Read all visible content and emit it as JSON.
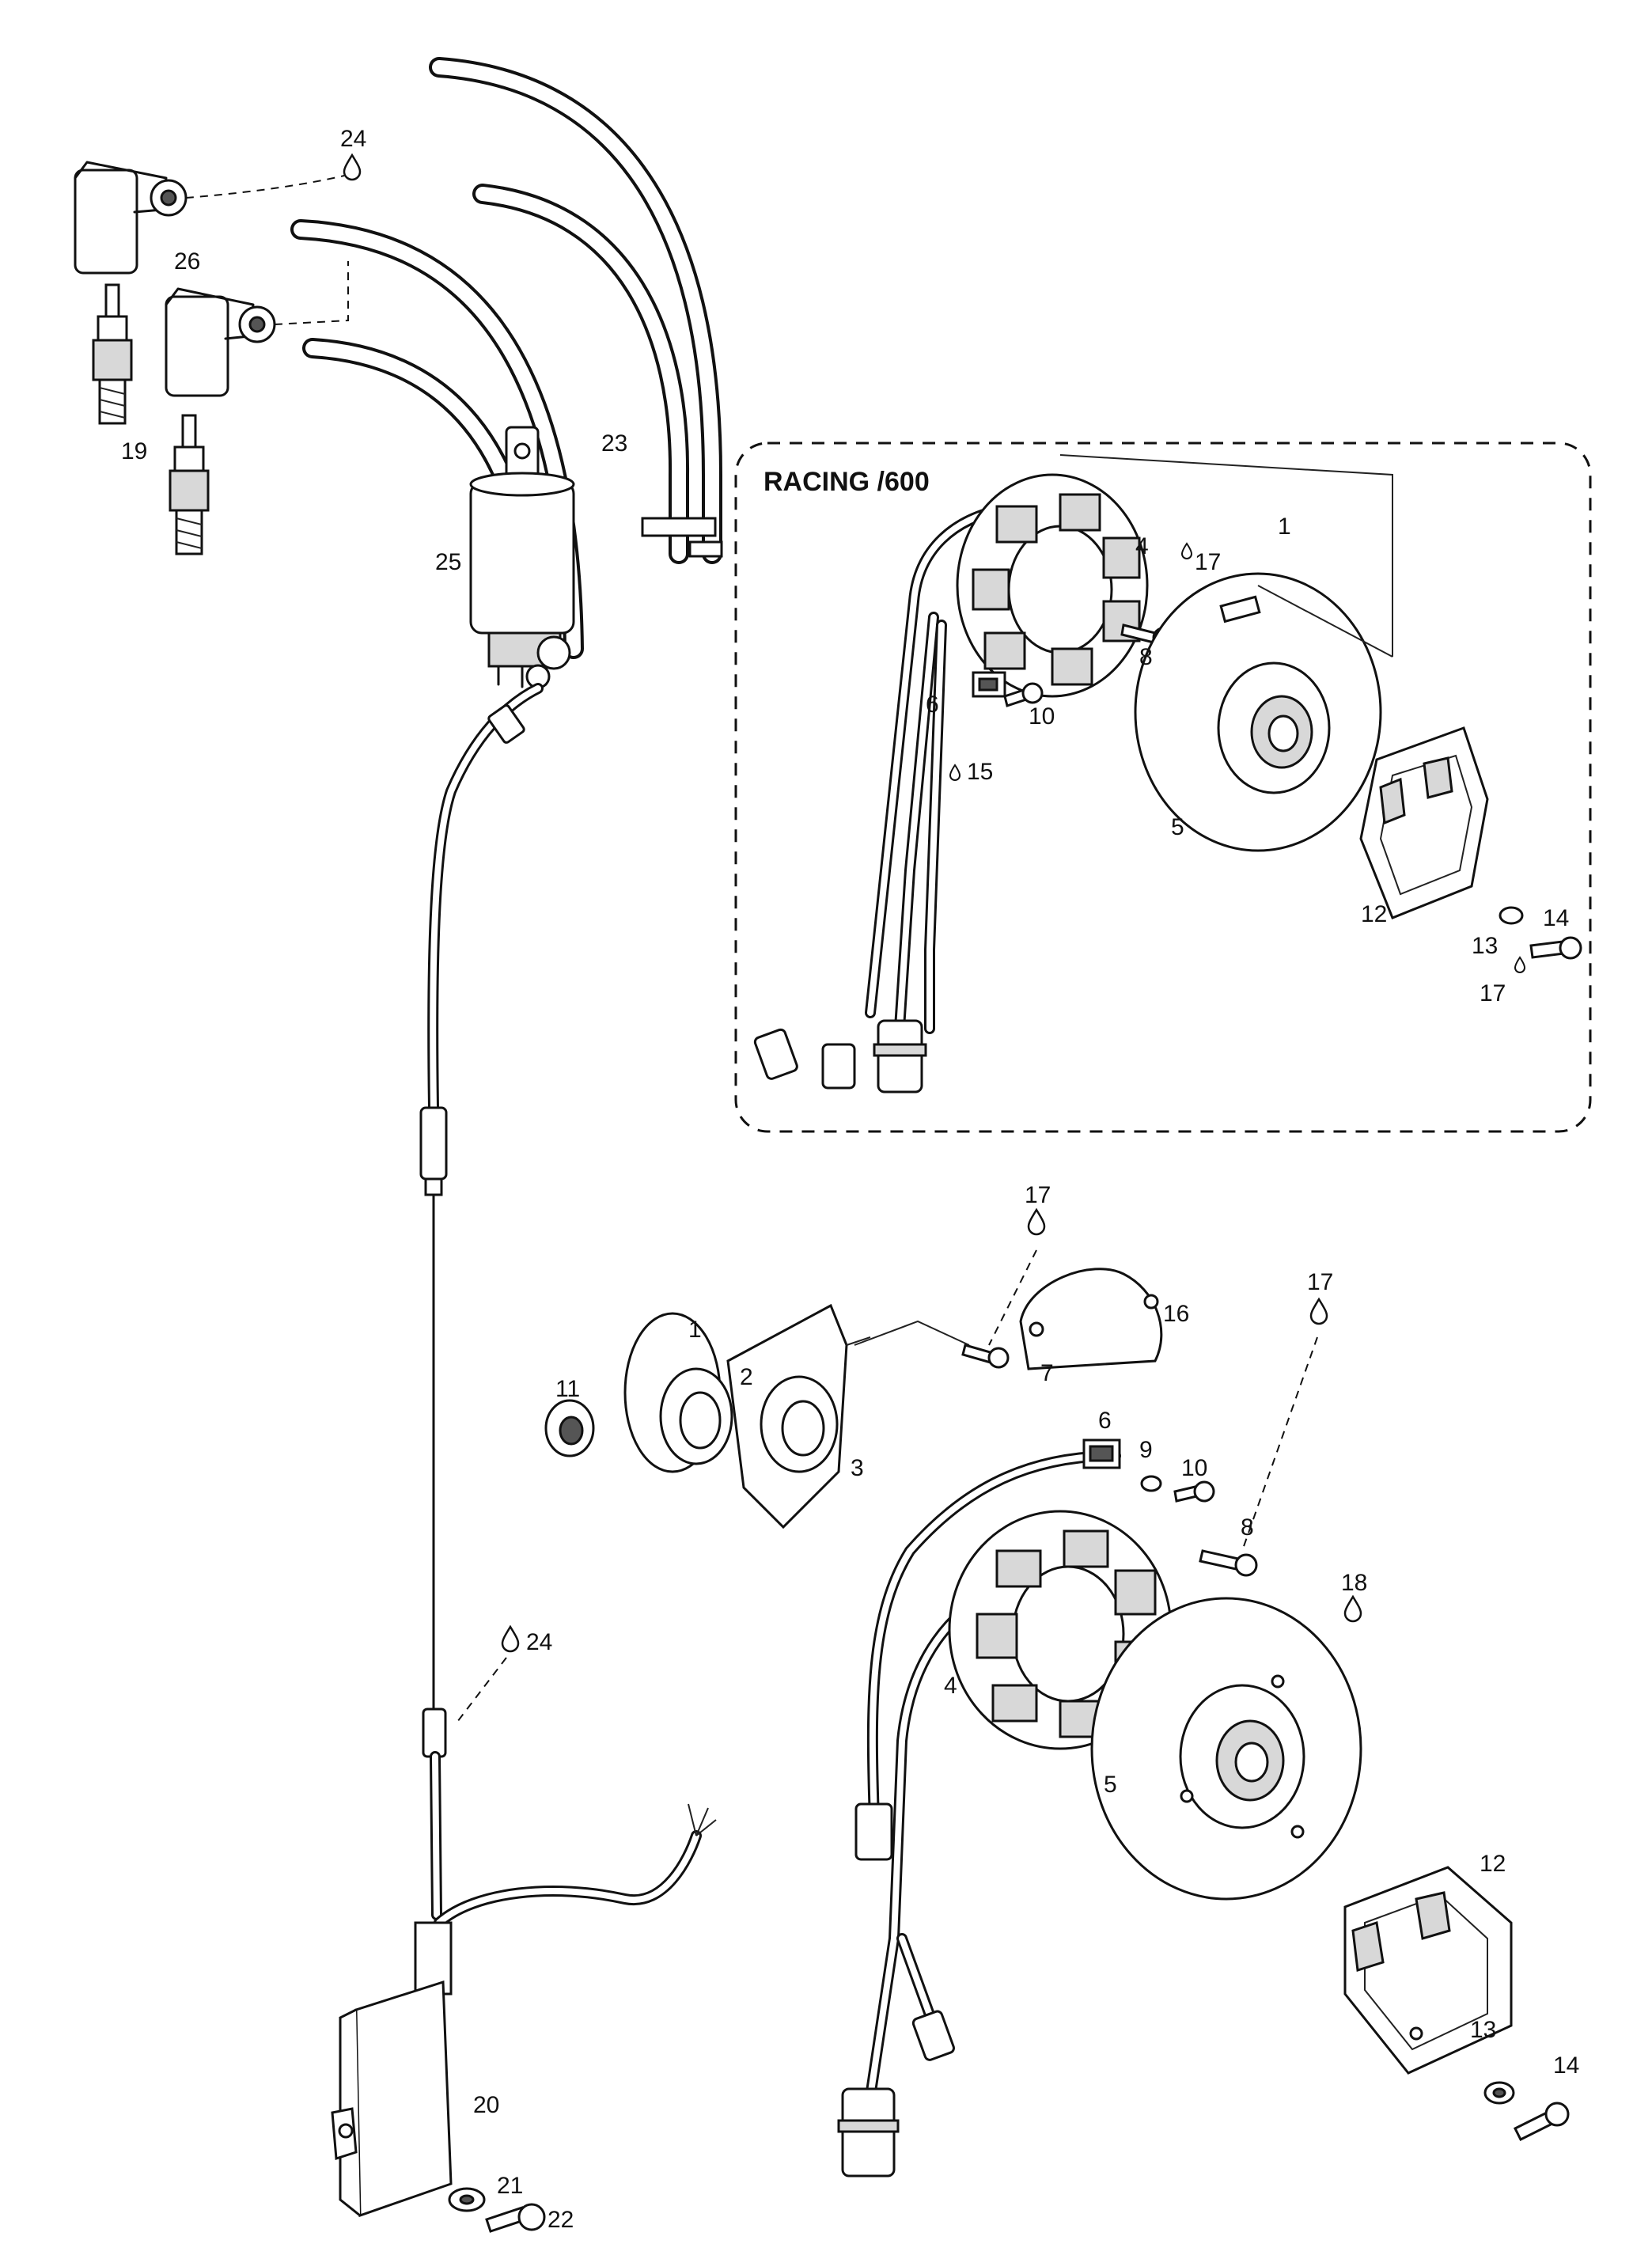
{
  "inset": {
    "title_plain": "RACING /",
    "title_bold": "600"
  },
  "labels": {
    "p24a": "24",
    "p26": "26",
    "p19": "19",
    "p23": "23",
    "p25": "25",
    "i1": "1",
    "i4": "4",
    "i17a": "17",
    "i8": "8",
    "i6": "6",
    "i10": "10",
    "i15": "15",
    "i5": "5",
    "i12": "12",
    "i13": "13",
    "i14": "14",
    "i17b": "17",
    "m17a": "17",
    "m16": "16",
    "m17b": "17",
    "m11": "11",
    "m1": "1",
    "m2": "2",
    "m3": "3",
    "m7": "7",
    "m6": "6",
    "m9": "9",
    "m10": "10",
    "m8": "8",
    "m18": "18",
    "m4": "4",
    "m5": "5",
    "m12": "12",
    "m13": "13",
    "m14": "14",
    "p24b": "24",
    "p20": "20",
    "p21": "21",
    "p22": "22"
  },
  "icons": [
    "drop-icon",
    "spark-plug-icon",
    "ignition-coil-icon",
    "stator-icon",
    "flywheel-icon",
    "cdi-unit-icon"
  ]
}
